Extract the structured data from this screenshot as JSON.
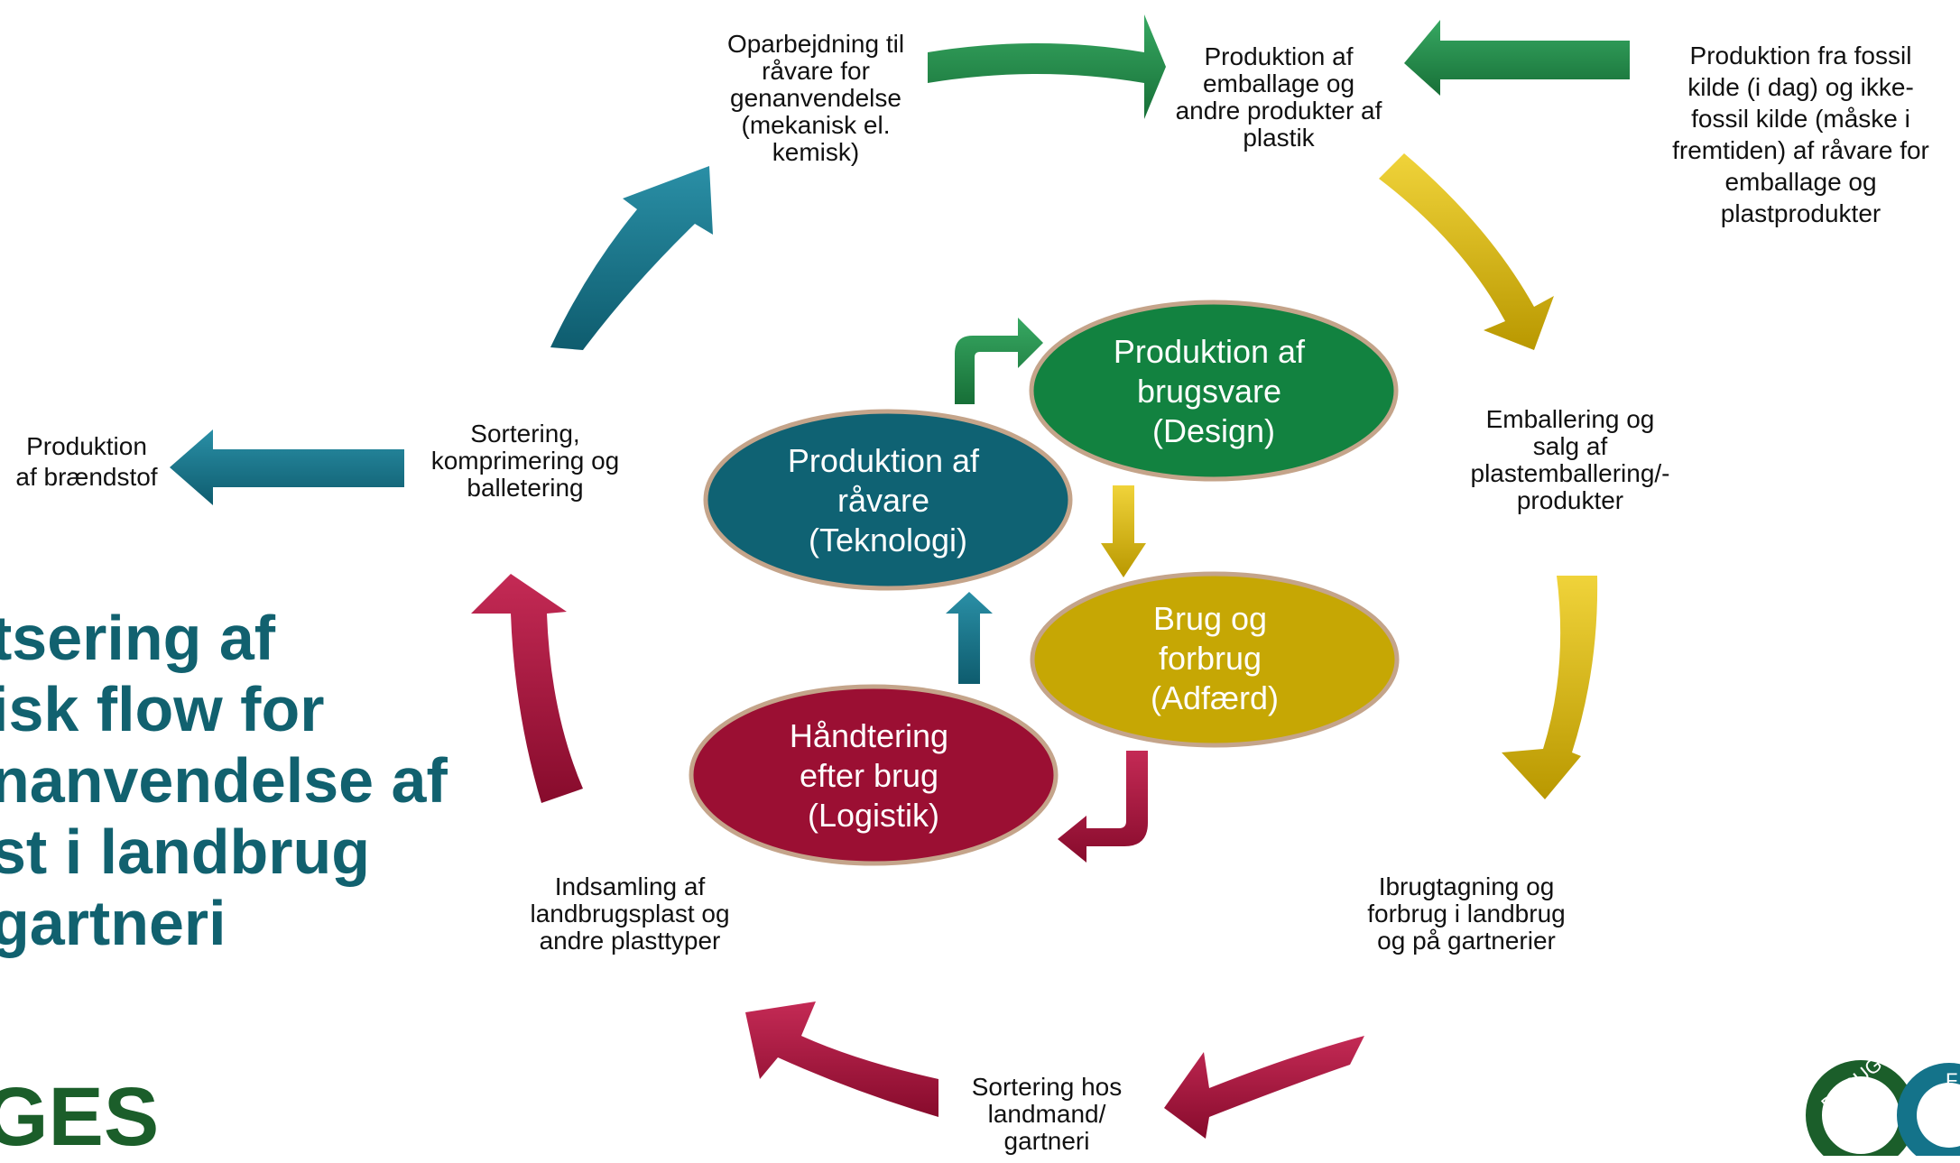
{
  "title": "tsering af\nisk flow for\nnanvendelse af\nst i landbrug\ngartneri",
  "logo_text": "GES",
  "nodes": {
    "oparbejdning": "Oparbejdning til\nråvare for\ngenanvendelse\n(mekanisk el.\nkemisk)",
    "produktion_emballage": "Produktion af\nemballage og\nandre produkter af\nplastik",
    "fossil": "Produktion fra fossil\nkilde (i dag) og ikke-\nfossil kilde (måske i\nfremtiden) af råvare for\nemballage og\nplastprodukter",
    "emballering": "Emballering og\nsalg af\nplastemballering/-\nprodukter",
    "ibrugtagning": "Ibrugtagning og\nforbrug i landbrug\nog på gartnerier",
    "sortering_hos": "Sortering hos\nlandmand/\ngartneri",
    "indsamling": "Indsamling af\nlandbrugsplast og\nandre plasttyper",
    "sortering": "Sortering,\nkomprimering og\nballetering",
    "braendstof": "Produktion\naf brændstof"
  },
  "center": {
    "design": {
      "lines": [
        "Produktion af",
        "brugsvare",
        "(Design)"
      ],
      "color": "#128240"
    },
    "teknologi": {
      "lines": [
        "Produktion af",
        "råvare",
        "(Teknologi)"
      ],
      "color": "#0f6273"
    },
    "adfaerd": {
      "lines": [
        "Brug og",
        "forbrug",
        "(Adfærd)"
      ],
      "color": "#c6a704"
    },
    "logistik": {
      "lines": [
        "Håndtering",
        "efter brug",
        "(Logistik)"
      ],
      "color": "#9b0f33"
    }
  },
  "colors": {
    "green": "#1e8a45",
    "teal": "#14738a",
    "yellow": "#d2b000",
    "red": "#a3123a",
    "title": "#11616f",
    "ellipse_border": "#c4a48a"
  },
  "seal": {
    "text_left": "DBRUG",
    "text_right": "F"
  }
}
